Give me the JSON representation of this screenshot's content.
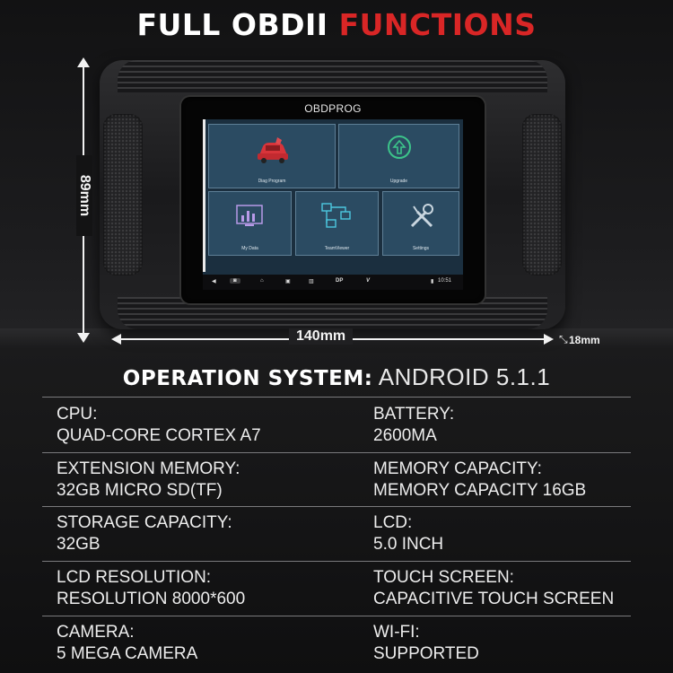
{
  "headline": {
    "part1": "FULL OBDII",
    "part2": "FUNCTIONS"
  },
  "colors": {
    "accent_red": "#d92626",
    "text": "#ffffff"
  },
  "device": {
    "brand": "OBDPROG",
    "tiles": [
      {
        "label": "Diag Program",
        "icon": "car-icon"
      },
      {
        "label": "Upgrade",
        "icon": "upgrade-arrow-icon"
      },
      {
        "label": "My Data",
        "icon": "chart-icon"
      },
      {
        "label": "TeamViewer",
        "icon": "network-icon"
      },
      {
        "label": "Settings",
        "icon": "tools-icon"
      }
    ],
    "navbar": {
      "time": "10:51",
      "dp": "DP",
      "vci": "V"
    }
  },
  "dimensions": {
    "height": "89mm",
    "width": "140mm",
    "depth": "18mm"
  },
  "os": {
    "label": "OPERATION SYSTEM:",
    "value": "ANDROID 5.1.1"
  },
  "specs": [
    {
      "left_label": "CPU:",
      "left_value": "QUAD-CORE CORTEX A7",
      "right_label": "BATTERY:",
      "right_value": "2600MA"
    },
    {
      "left_label": "EXTENSION MEMORY:",
      "left_value": "32GB MICRO SD(TF)",
      "right_label": "MEMORY CAPACITY:",
      "right_value": "MEMORY CAPACITY 16GB"
    },
    {
      "left_label": "STORAGE CAPACITY:",
      "left_value": "32GB",
      "right_label": "LCD:",
      "right_value": "5.0 INCH"
    },
    {
      "left_label": "LCD RESOLUTION:",
      "left_value": "RESOLUTION 8000*600",
      "right_label": "TOUCH SCREEN:",
      "right_value": "CAPACITIVE TOUCH SCREEN"
    },
    {
      "left_label": "CAMERA:",
      "left_value": "5 MEGA CAMERA",
      "right_label": "WI-FI:",
      "right_value": "SUPPORTED"
    }
  ]
}
